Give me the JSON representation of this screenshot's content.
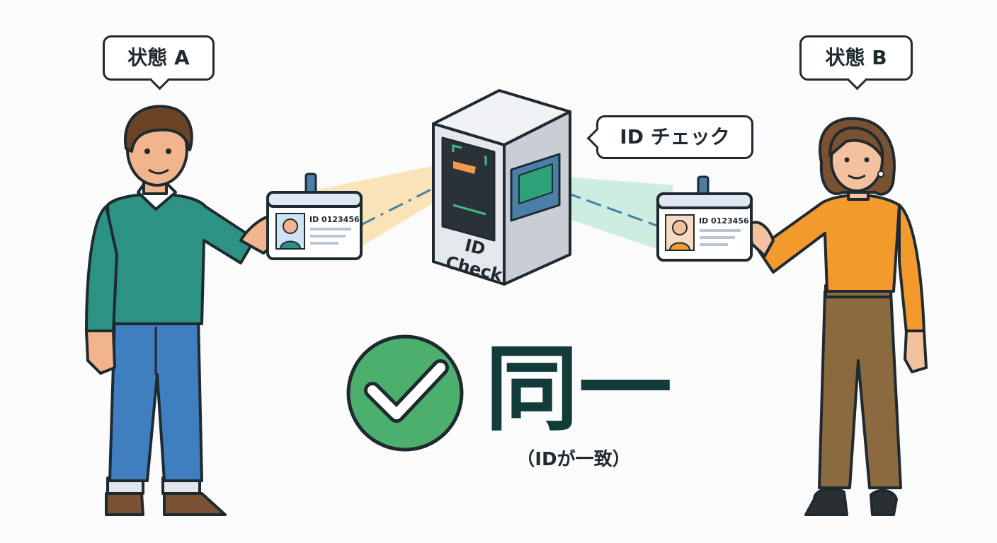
{
  "labels": {
    "state_a": "状態 A",
    "state_b": "状態 B",
    "id_check_bubble": "ID チェック",
    "machine_text_line1": "ID",
    "machine_text_line2": "Check",
    "card_id_a": "ID 0123456",
    "card_id_b": "ID 0123456",
    "result_title": "同一",
    "result_subtitle": "（IDが一致）"
  },
  "icons": [
    "checkmark-icon"
  ],
  "colors": {
    "outline": "#1f2a30",
    "check_green": "#4caf6e",
    "title_teal": "#123c3a",
    "sweater_teal": "#2c9384",
    "jeans_blue": "#3f7fc0",
    "blouse_orange": "#f39a2d",
    "pants_brown": "#8a6a3e",
    "beam_left": "#f7dca0",
    "beam_right": "#bfe8d8",
    "scanner_screen": "#2ea37a"
  }
}
